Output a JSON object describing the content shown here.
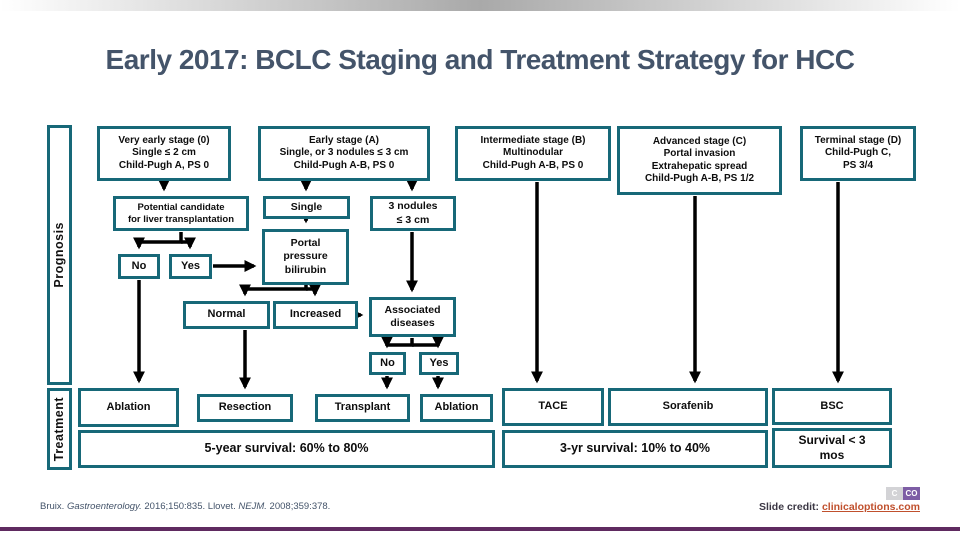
{
  "header": {
    "title": "Early 2017: BCLC Staging and Treatment Strategy for HCC"
  },
  "sidebar": {
    "prognosis_label": "Prognosis",
    "treatment_label": "Treatment"
  },
  "stages": {
    "very_early": "Very early stage (0)\nSingle ≤ 2 cm\nChild-Pugh A, PS 0",
    "early": "Early stage (A)\nSingle, or 3 nodules ≤ 3 cm\nChild-Pugh A-B, PS 0",
    "intermediate": "Intermediate stage (B)\nMultinodular\nChild-Pugh A-B, PS 0",
    "advanced": "Advanced stage (C)\nPortal invasion\nExtrahepatic spread\nChild-Pugh A-B, PS 1/2",
    "terminal": "Terminal stage (D)\nChild-Pugh C,\nPS 3/4"
  },
  "decisions": {
    "potential_candidate": "Potential candidate\nfor liver transplantation",
    "single": "Single",
    "three_nodules": "3 nodules\n≤ 3 cm",
    "transplant_no": "No",
    "transplant_yes": "Yes",
    "portal_pressure": "Portal\npressure\nbilirubin",
    "normal": "Normal",
    "increased": "Increased",
    "associated_diseases": "Associated\ndiseases",
    "assoc_no": "No",
    "assoc_yes": "Yes"
  },
  "treatments": {
    "ablation1": "Ablation",
    "resection": "Resection",
    "transplant": "Transplant",
    "ablation2": "Ablation",
    "tace": "TACE",
    "sorafenib": "Sorafenib",
    "bsc": "BSC"
  },
  "survival": {
    "five_year": "5-year survival: 60% to 80%",
    "three_year": "3-yr survival: 10% to 40%",
    "bsc": "Survival < 3\nmos"
  },
  "footer": {
    "citation": {
      "p1": "Bruix. ",
      "p2": "Gastroenterology.",
      "p3": " 2016;150:835. Llovet. ",
      "p4": "NEJM.",
      "p5": " 2008;359:378."
    },
    "credit_label": "Slide credit: ",
    "credit_link": "clinicaloptions.com",
    "logo_c": "C",
    "logo_co": "CO"
  },
  "colors": {
    "accent_teal": "#176878",
    "title_text": "#44546A",
    "credit_link": "#c0502d",
    "bottom_rule_purple": "#5f2a60",
    "logo_purple": "#7d5da5",
    "arrow_black": "#000000"
  }
}
